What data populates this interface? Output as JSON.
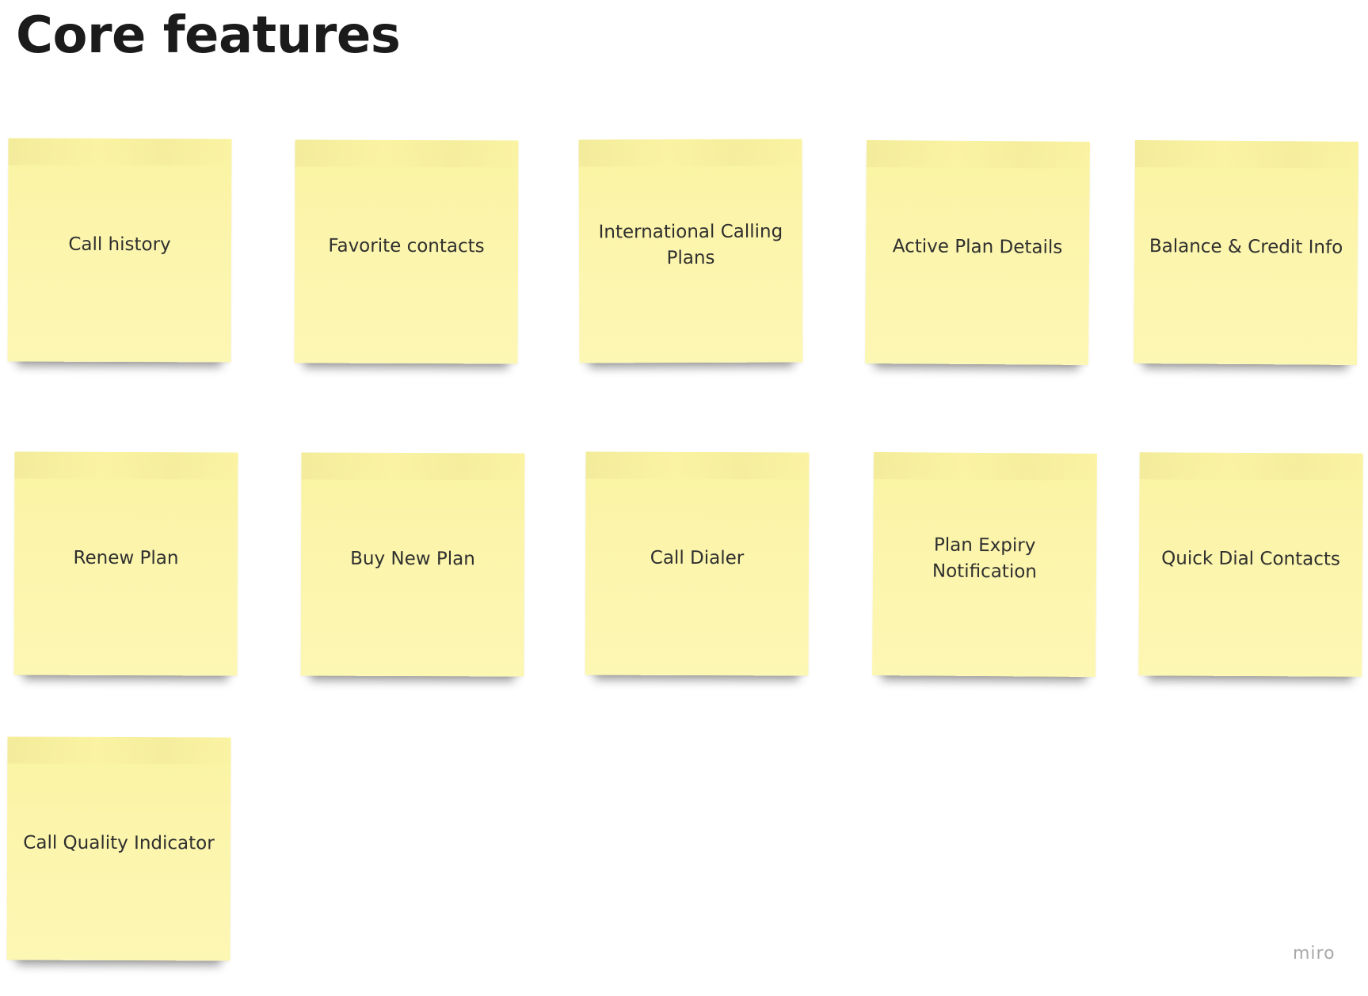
{
  "page": {
    "title": "Core features"
  },
  "sticky_notes": [
    {
      "label": "Call history"
    },
    {
      "label": "Favorite contacts"
    },
    {
      "label": "International Calling Plans"
    },
    {
      "label": "Active Plan Details"
    },
    {
      "label": "Balance & Credit Info"
    },
    {
      "label": "Renew Plan"
    },
    {
      "label": "Buy New Plan"
    },
    {
      "label": "Call Dialer"
    },
    {
      "label": "Plan Expiry Notification"
    },
    {
      "label": "Quick Dial Contacts"
    },
    {
      "label": "Call Quality Indicator"
    }
  ],
  "colors": {
    "sticky_fill": "#fcf5ae",
    "text": "#2f2f2f",
    "title": "#1b1b1b",
    "watermark": "#a9a9a9"
  },
  "watermark": {
    "label": "miro"
  }
}
